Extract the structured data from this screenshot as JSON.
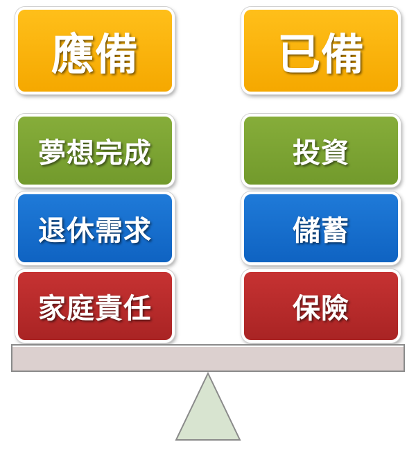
{
  "left": {
    "header": "應備",
    "items": [
      "夢想完成",
      "退休需求",
      "家庭責任"
    ]
  },
  "right": {
    "header": "已備",
    "items": [
      "投資",
      "儲蓄",
      "保險"
    ]
  },
  "colors": {
    "header": "#f5a800",
    "row1": "#7aa12f",
    "row2": "#116bcd",
    "row3": "#b52a2a",
    "beam": "#dcd0cf",
    "fulcrum": "#d8e4d0"
  }
}
